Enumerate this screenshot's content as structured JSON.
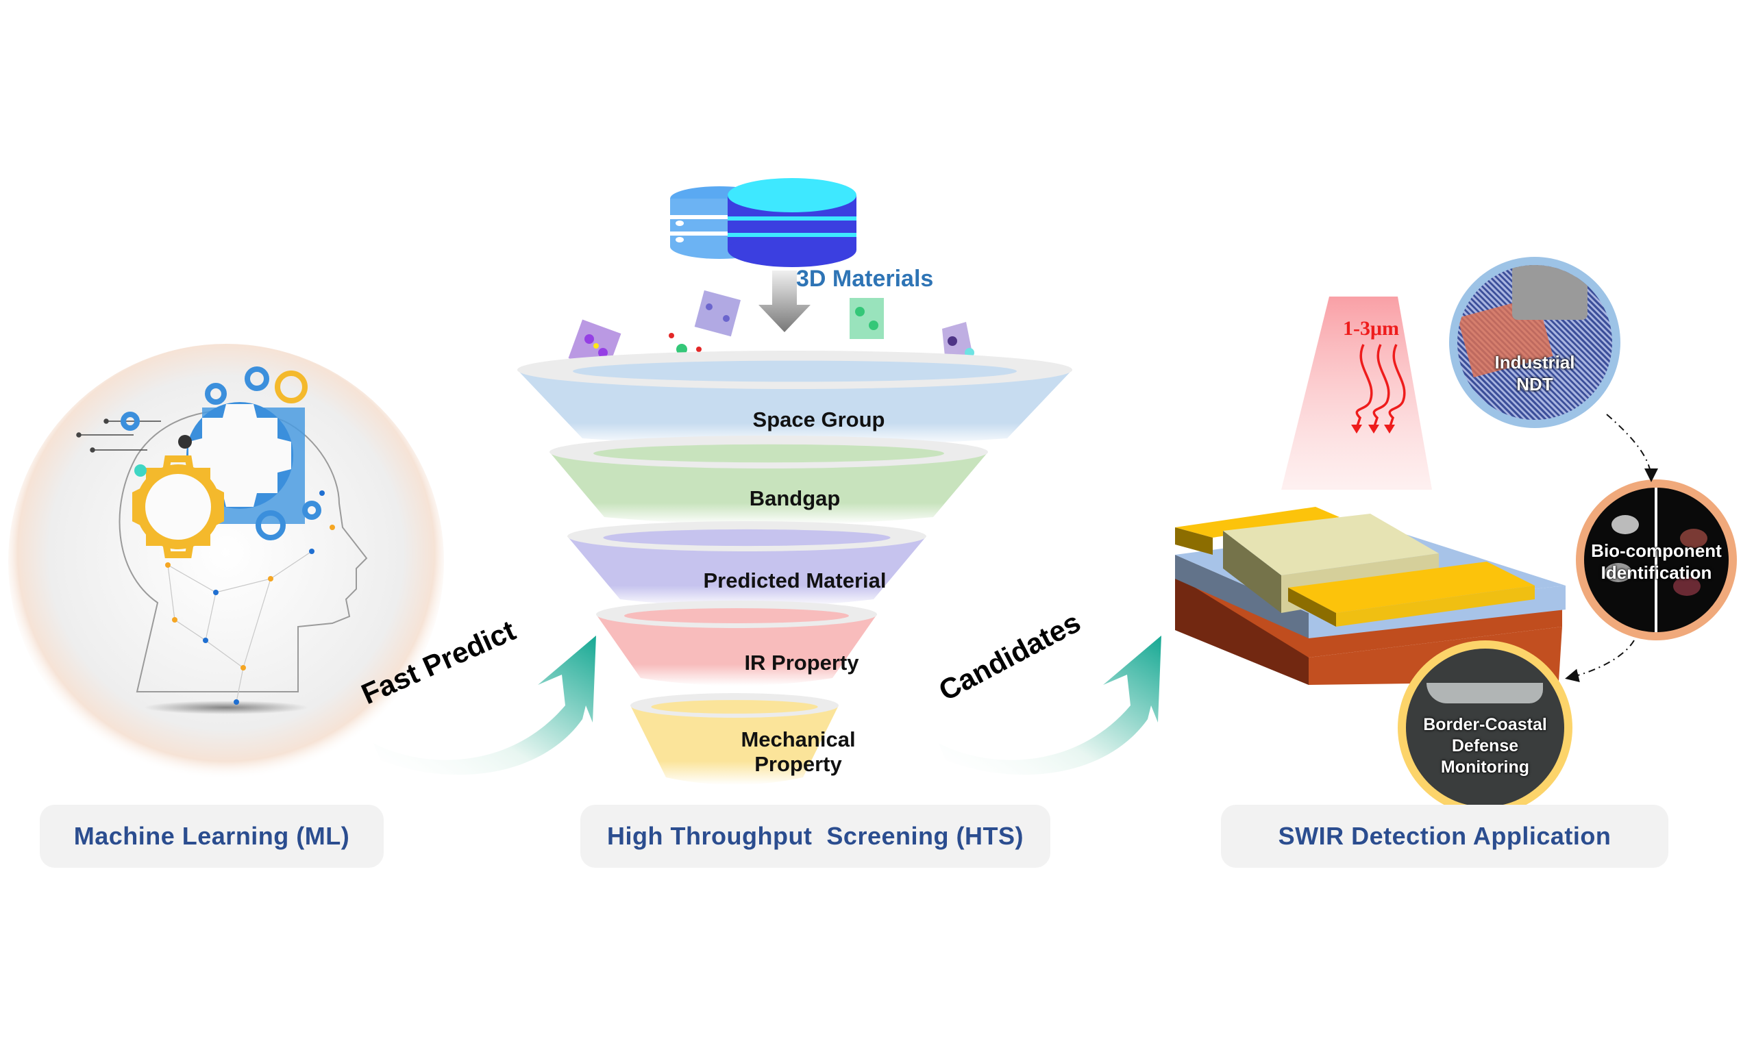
{
  "sections": {
    "ml": {
      "label": "Machine Learning (ML)"
    },
    "hts": {
      "label": "High Throughput  Screening (HTS)"
    },
    "swir": {
      "label": "SWIR Detection Application"
    }
  },
  "database": {
    "label": "3D Materials"
  },
  "funnel": {
    "tiers": [
      {
        "label": "Space Group",
        "color": "#c7dcf0"
      },
      {
        "label": "Bandgap",
        "color": "#c8e3bd"
      },
      {
        "label": "Predicted Material",
        "color": "#c6c3ee"
      },
      {
        "label": "IR Property",
        "color": "#f8bcbc"
      },
      {
        "label": "Mechanical Property",
        "line1": "Mechanical",
        "line2": "Property",
        "color": "#fbe49a"
      }
    ]
  },
  "arrows": {
    "fast_predict": "Fast Predict",
    "candidates": "Candidates"
  },
  "device": {
    "wavelength": "1-3μm"
  },
  "applications": [
    {
      "line1": "Industrial",
      "line2": "NDT",
      "ring_color": "#9dc3e6"
    },
    {
      "line1": "Bio-component",
      "line2": "Identification",
      "ring_color": "#f0a97b"
    },
    {
      "line1": "Border-Coastal",
      "line2": "Defense",
      "line3": "Monitoring",
      "ring_color": "#fcd46a"
    }
  ],
  "colors": {
    "label_text": "#2b4d8f",
    "label_bg": "#f2f2f2",
    "arrow_teal": "#1fae98",
    "db_top": "#3ee8ff",
    "db_side": "#3b3fe0",
    "db_back": "#5aa9f2",
    "materials_text": "#2e74b5",
    "wavelength_red": "#ee1c1c"
  }
}
